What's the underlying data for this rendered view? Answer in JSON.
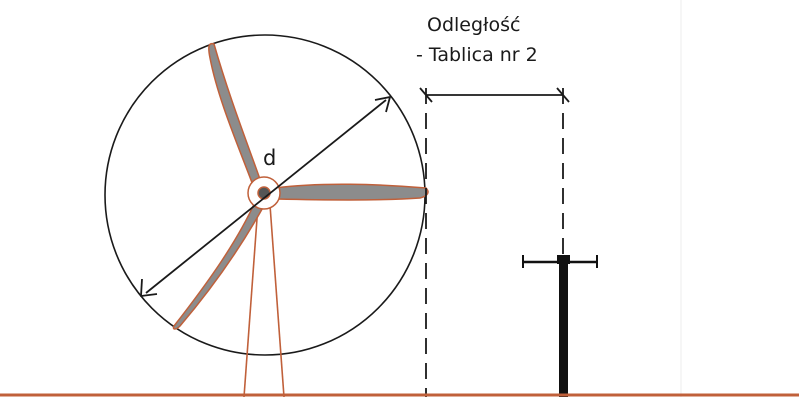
{
  "labels": {
    "distance_line1": "Odległość",
    "distance_line2": "- Tablica nr 2",
    "diameter": "d"
  },
  "colors": {
    "outline": "#1a1a1a",
    "blade_fill": "#8c8c8c",
    "blade_stroke": "#c0603a",
    "tower_stroke": "#c0603a",
    "ground": "#c0603a",
    "pole": "#111111",
    "background": "#ffffff"
  }
}
